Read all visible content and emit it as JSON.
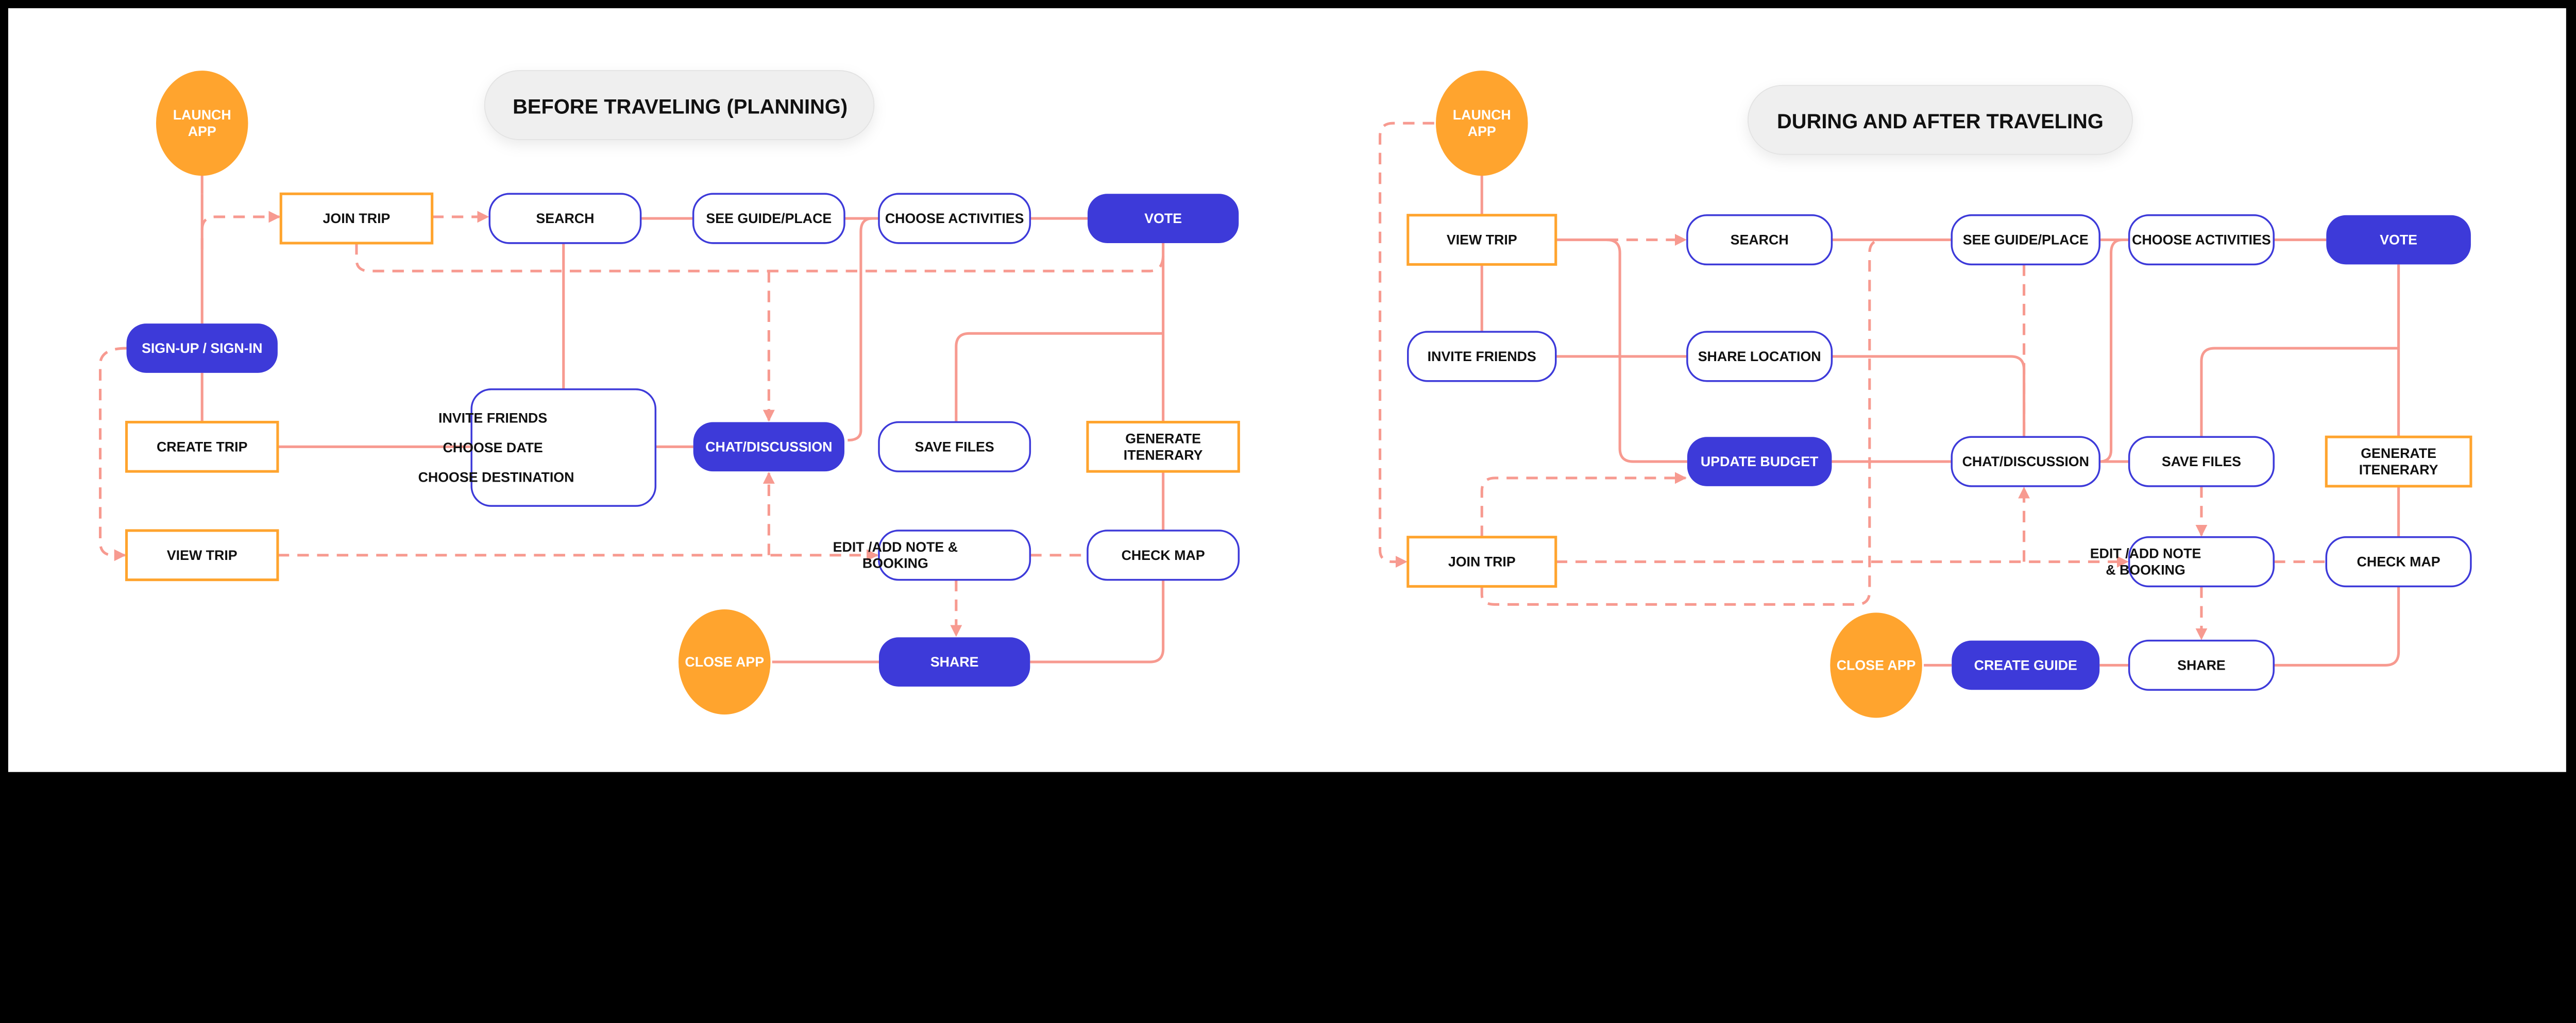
{
  "colors": {
    "purple": "#3d3ad9",
    "orange": "#ffa42e",
    "connector": "#f79a90",
    "text": "#111111",
    "pill": "#efefef"
  },
  "diagrams": [
    {
      "title": "BEFORE TRAVELING  (PLANNING)",
      "nodes": [
        {
          "id": "launch",
          "kind": "circle",
          "lines": [
            "LAUNCH",
            "APP"
          ]
        },
        {
          "id": "join",
          "kind": "orange",
          "lines": [
            "JOIN TRIP"
          ]
        },
        {
          "id": "search",
          "kind": "outline",
          "lines": [
            "SEARCH"
          ]
        },
        {
          "id": "guide",
          "kind": "outline",
          "lines": [
            "SEE GUIDE/PLACE"
          ]
        },
        {
          "id": "activities",
          "kind": "outline",
          "lines": [
            "CHOOSE ACTIVITIES"
          ]
        },
        {
          "id": "vote",
          "kind": "filled",
          "lines": [
            "VOTE"
          ]
        },
        {
          "id": "signup",
          "kind": "filled",
          "lines": [
            "SIGN-UP / SIGN-IN"
          ]
        },
        {
          "id": "create",
          "kind": "orange",
          "lines": [
            "CREATE TRIP"
          ]
        },
        {
          "id": "invite",
          "kind": "outline-left",
          "lines": [
            "INVITE FRIENDS",
            "CHOOSE DATE",
            "CHOOSE DESTINATION"
          ]
        },
        {
          "id": "chat",
          "kind": "filled",
          "lines": [
            "CHAT/DISCUSSION"
          ]
        },
        {
          "id": "save",
          "kind": "outline",
          "lines": [
            "SAVE FILES"
          ]
        },
        {
          "id": "generate",
          "kind": "orange",
          "lines": [
            "GENERATE",
            "ITENERARY"
          ]
        },
        {
          "id": "view",
          "kind": "orange",
          "lines": [
            "VIEW TRIP"
          ]
        },
        {
          "id": "edit",
          "kind": "outline-left",
          "lines": [
            "EDIT /ADD NOTE &",
            "BOOKING"
          ]
        },
        {
          "id": "map",
          "kind": "outline",
          "lines": [
            "CHECK MAP"
          ]
        },
        {
          "id": "close",
          "kind": "circle",
          "lines": [
            "CLOSE APP"
          ]
        },
        {
          "id": "share",
          "kind": "filled",
          "lines": [
            "SHARE"
          ]
        }
      ]
    },
    {
      "title": "DURING AND AFTER TRAVELING",
      "nodes": [
        {
          "id": "launch",
          "kind": "circle",
          "lines": [
            "LAUNCH",
            "APP"
          ]
        },
        {
          "id": "view",
          "kind": "orange",
          "lines": [
            "VIEW TRIP"
          ]
        },
        {
          "id": "search",
          "kind": "outline",
          "lines": [
            "SEARCH"
          ]
        },
        {
          "id": "guide",
          "kind": "outline",
          "lines": [
            "SEE GUIDE/PLACE"
          ]
        },
        {
          "id": "activities",
          "kind": "outline",
          "lines": [
            "CHOOSE ACTIVITIES"
          ]
        },
        {
          "id": "vote",
          "kind": "filled",
          "lines": [
            "VOTE"
          ]
        },
        {
          "id": "invite",
          "kind": "outline",
          "lines": [
            "INVITE FRIENDS"
          ]
        },
        {
          "id": "location",
          "kind": "outline",
          "lines": [
            "SHARE LOCATION"
          ]
        },
        {
          "id": "budget",
          "kind": "filled",
          "lines": [
            "UPDATE BUDGET"
          ]
        },
        {
          "id": "chat",
          "kind": "outline",
          "lines": [
            "CHAT/DISCUSSION"
          ]
        },
        {
          "id": "save",
          "kind": "outline",
          "lines": [
            "SAVE FILES"
          ]
        },
        {
          "id": "generate",
          "kind": "orange",
          "lines": [
            "GENERATE",
            "ITENERARY"
          ]
        },
        {
          "id": "join",
          "kind": "orange",
          "lines": [
            "JOIN TRIP"
          ]
        },
        {
          "id": "edit",
          "kind": "outline-left",
          "lines": [
            "EDIT /ADD NOTE",
            "& BOOKING"
          ]
        },
        {
          "id": "map",
          "kind": "outline",
          "lines": [
            "CHECK MAP"
          ]
        },
        {
          "id": "close",
          "kind": "circle",
          "lines": [
            "CLOSE APP"
          ]
        },
        {
          "id": "guidecreate",
          "kind": "filled",
          "lines": [
            "CREATE GUIDE"
          ]
        },
        {
          "id": "share",
          "kind": "outline",
          "lines": [
            "SHARE"
          ]
        }
      ]
    }
  ]
}
